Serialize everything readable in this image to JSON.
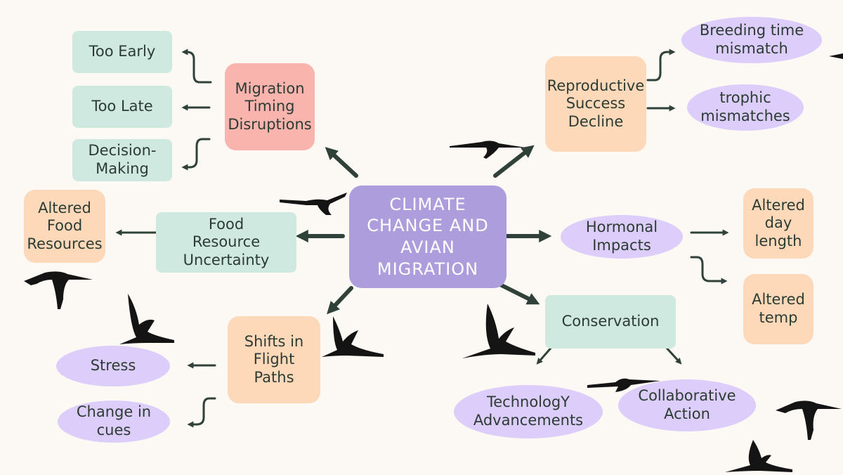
{
  "center": {
    "title": "CLIMATE\nCHANGE AND\nAVIAN\nMIGRATION"
  },
  "nodes": {
    "migration_timing": "Migration\nTiming\nDisruptions",
    "too_early": "Too Early",
    "too_late": "Too Late",
    "decision_making": "Decision-\nMaking",
    "reproductive_success": "Reproductive\nSuccess\nDecline",
    "breeding_time": "Breeding time\nmismatch",
    "trophic": "trophic\nmismatches",
    "food_uncertainty": "Food\nResource\nUncertainty",
    "altered_food": "Altered\nFood\nResources",
    "hormonal": "Hormonal\nImpacts",
    "altered_day": "Altered\nday\nlength",
    "altered_temp": "Altered\ntemp",
    "flight_paths": "Shifts in\nFlight Paths",
    "stress": "Stress",
    "cues": "Change in\ncues",
    "conservation": "Conservation",
    "technology": "TechnologY\nAdvancements",
    "collaborative": "Collaborative\nAction"
  },
  "colors": {
    "background": "#fcf8f4",
    "green": "#cfe9e1",
    "pink": "#f9b4ae",
    "orange": "#fdd9b9",
    "purple": "#dccdfa",
    "center": "#ae9ddc",
    "arrow": "#2f4138",
    "text": "#2c3b34",
    "bird": "#141414"
  }
}
